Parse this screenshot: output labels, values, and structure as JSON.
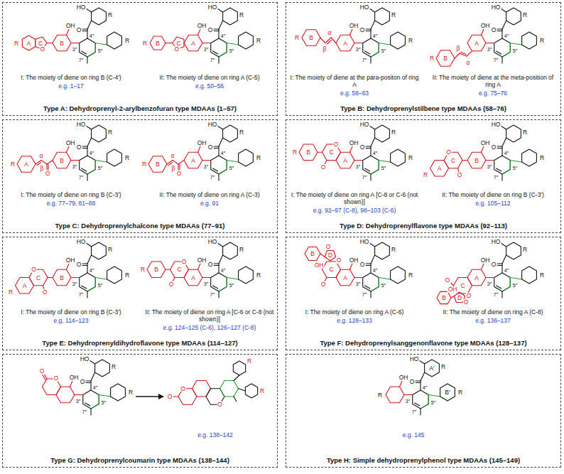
{
  "diagram": {
    "nodes": [
      {
        "text": [
          "Type A: Dehydroprenyl-2-arylbenzofuran type MDAAs (1–57)"
        ]
      },
      {
        "text": [
          "Type B: Dehydroprenylstilbene type MDAAs (58–76)"
        ]
      },
      {
        "text": [
          "Type C: Dehydroprenylchalcone type MDAAs (77–91)"
        ]
      },
      {
        "text": [
          "Type D: Dehydroprenylflavone type MDAAs (92–113)"
        ]
      },
      {
        "text": [
          "Type E: Dehydroprenyldihydroflavone type MDAAs (114–127)"
        ]
      },
      {
        "text": [
          "Type F: Dehydroprenylsanggenonflavone type MDAAs (128–137)"
        ]
      },
      {
        "text": [
          "Type G: Dehydroprenylcoumarin type MDAAs (138–144)"
        ]
      },
      {
        "text": [
          "Type H: Simple dehydroprenylphenol type MDAAs (145–149)"
        ]
      }
    ],
    "labels": [
      "A",
      "C",
      "B",
      "O",
      "R",
      "OH",
      "HO",
      "O",
      "R",
      "3″",
      "4″",
      "5″",
      "R",
      "7″",
      "I: The moiety of diene on ring B (C-4')",
      "e.g. 1–17",
      "A",
      "C",
      "B",
      "O",
      "R",
      "OH",
      "HO",
      "O",
      "R",
      "3″",
      "4″",
      "5″",
      "R",
      "7″",
      "II: The moiety of diene on ring A (C-5)",
      "e.g. 50–56",
      "A",
      "B",
      "α",
      "β",
      "R",
      "OH",
      "HO",
      "O",
      "R",
      "3″",
      "4″",
      "5″",
      "R",
      "7″",
      "I: The moiety of diene at the para-positon of ring A",
      "e.g. 58–63",
      "A",
      "B",
      "α",
      "β",
      "R",
      "OH",
      "HO",
      "O",
      "R",
      "3″",
      "4″",
      "5″",
      "R",
      "7″",
      "II: The moiety of diene at the meta-position of ring A",
      "e.g. 75–76",
      "B",
      "A",
      "α",
      "β",
      "O",
      "R",
      "OH",
      "HO",
      "O",
      "R",
      "3″",
      "4″",
      "5″",
      "R",
      "7″",
      "I: The moiety of diene on ring B (C-3')",
      "e.g. 77–79, 81–88",
      "A",
      "B",
      "α",
      "β",
      "O",
      "R",
      "OH",
      "HO",
      "O",
      "R",
      "3″",
      "4″",
      "5″",
      "R",
      "7″",
      "II: The moiety of diene on ring A (C-3)",
      "e.g. 91",
      "A",
      "C",
      "B",
      "O",
      "O",
      "R",
      "OH",
      "HO",
      "O",
      "R",
      "3″",
      "4″",
      "5″",
      "R",
      "7″",
      "I: The moiety of diene on ring A [C-8 or C-6 (not shown)]",
      "e.g. 92–97 (C-8), 98–103 (C-6)",
      "B",
      "C",
      "A",
      "O",
      "O",
      "R",
      "OH",
      "HO",
      "O",
      "R",
      "3″",
      "4″",
      "5″",
      "R",
      "7″",
      "II: The moiety of diene on ring B (C-3')",
      "e.g. 105–112",
      "B",
      "C",
      "A",
      "O",
      "O",
      "R",
      "OH",
      "HO",
      "O",
      "R",
      "3″",
      "4″",
      "5″",
      "R",
      "7″",
      "I: The moiety of diene on ring B (C-3')",
      "e.g. 114–123",
      "A",
      "C",
      "B",
      "O",
      "O",
      "R",
      "OH",
      "HO",
      "O",
      "R",
      "3″",
      "4″",
      "5″",
      "R",
      "7″",
      "II: The moiety of diene on ring A [C-6 or C-8 (not shown)]",
      "e.g. 124–125 (C-6), 126–127 (C-8)",
      "A",
      "C",
      "D",
      "B",
      "O",
      "O",
      "OH",
      "O",
      "OH",
      "HO",
      "O",
      "R",
      "3″",
      "4″",
      "5″",
      "R",
      "7″",
      "I: The moiety of diene on ring A (C-6)",
      "e.g. 128–133",
      "A",
      "C",
      "D",
      "B",
      "O",
      "O",
      "OH",
      "O",
      "OH",
      "HO",
      "O",
      "R",
      "3″",
      "4″",
      "5″",
      "R",
      "7″",
      "II: The moiety of diene on ring A (C-8)",
      "e.g. 136–137",
      "O",
      "O",
      "OH",
      "HO",
      "O",
      "R",
      "3″",
      "4″",
      "5″",
      "R",
      "7″",
      "O",
      "O",
      "O",
      "R",
      "R",
      "e.g. 138–142",
      "R",
      "A′",
      "B′",
      "OH",
      "HO",
      "O",
      "R",
      "3″",
      "4″",
      "5″",
      "R",
      "7″",
      "e.g. 145"
    ]
  }
}
